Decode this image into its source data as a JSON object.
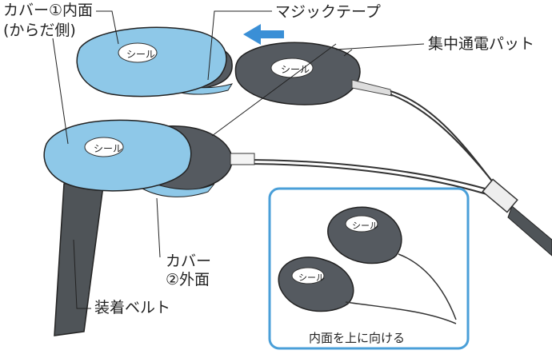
{
  "labels": {
    "cover_inner": "カバー①内面",
    "cover_inner_sub": "(からだ側)",
    "velcro": "マジックテープ",
    "pad": "集中通電パット",
    "cover_outer": "カバー",
    "cover_outer_sub": "②外面",
    "belt": "装着ベルト",
    "inset_caption": "内面を上に向ける",
    "seal": "シール"
  },
  "colors": {
    "cover": "#8ec8e8",
    "pad": "#555a60",
    "inset_border": "#4a9fd8",
    "arrow": "#3a8fd6"
  }
}
